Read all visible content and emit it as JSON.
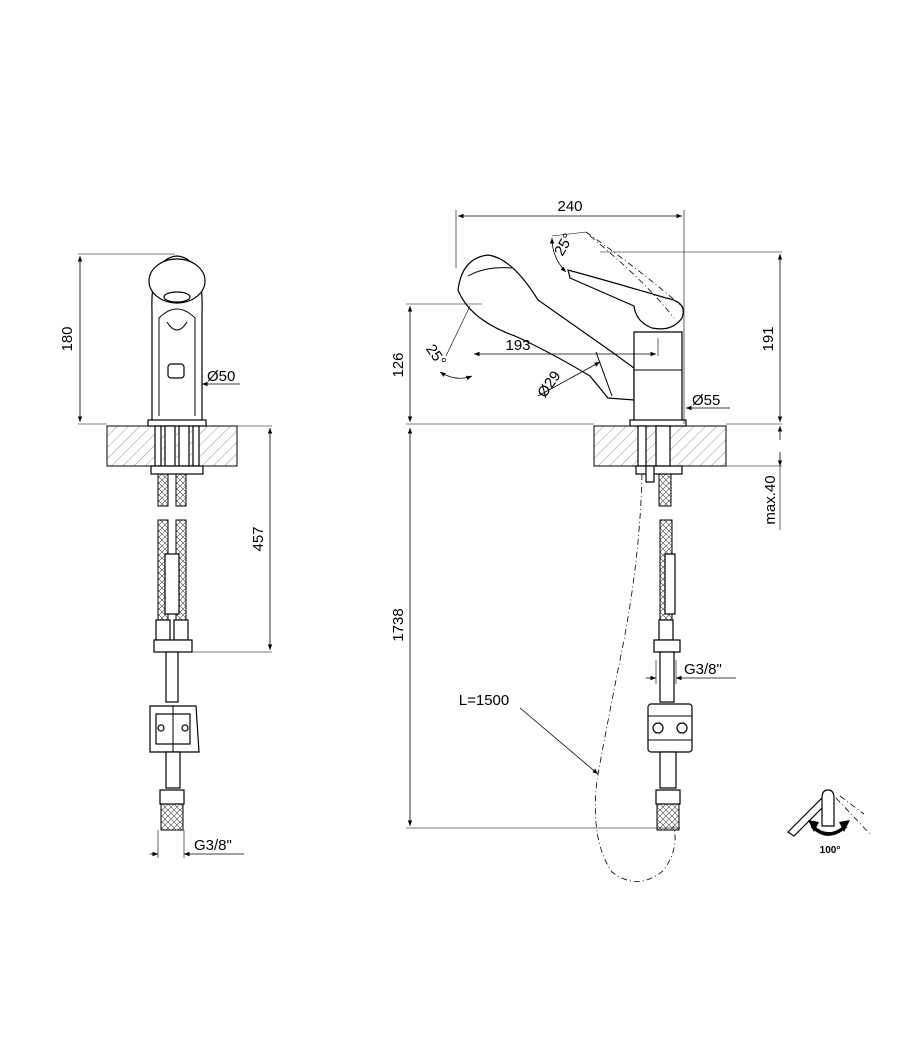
{
  "dimensions": {
    "left_height": "180",
    "left_body_dia": "Ø50",
    "left_hose_length": "457",
    "left_thread": "G3/8\"",
    "reach": "240",
    "total_height": "191",
    "spout_height": "126",
    "spout_reach": "193",
    "spray_angle": "25°",
    "lever_angle": "25°",
    "spray_head_dia": "Ø29",
    "base_dia": "Ø55",
    "max_deck": "max.40",
    "hose_length_total": "1738",
    "pullout_hose": "L=1500",
    "right_thread": "G3/8\"",
    "lever_rotation": "100°"
  },
  "icons": {
    "rotation": "lever-rotation-icon"
  }
}
